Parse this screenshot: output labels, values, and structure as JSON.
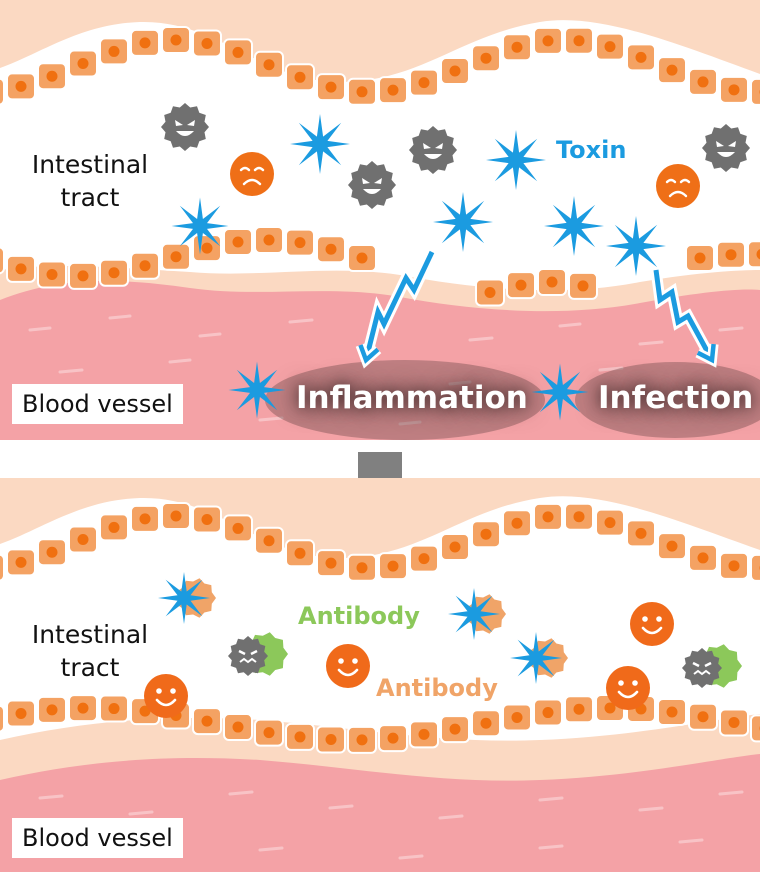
{
  "colors": {
    "skin": "#fbd9c2",
    "cell_fill": "#f4a263",
    "cell_nucleus": "#f07010",
    "blood": "#f4a2a6",
    "toxin": "#1b9be0",
    "bacteria": "#707070",
    "sad_face": "#ef6f17",
    "happy_face": "#f06a1a",
    "antibody_green": "#8cc85a",
    "antibody_orange": "#f0a468",
    "arrow": "#808080"
  },
  "top_panel": {
    "intestinal_label": [
      "Intestinal",
      "tract"
    ],
    "blood_label": "Blood vessel",
    "toxin_label": "Toxin",
    "inflammation_label": "Inflammation",
    "infection_label": "Infection",
    "icons": [
      "bacteria-icon",
      "sad-face-icon",
      "toxin-star-icon",
      "lightning-arrow-icon"
    ]
  },
  "bottom_panel": {
    "intestinal_label": [
      "Intestinal",
      "tract"
    ],
    "blood_label": "Blood vessel",
    "antibody_green_label": "Antibody",
    "antibody_orange_label": "Antibody",
    "icons": [
      "happy-face-icon",
      "neutralized-toxin-icon",
      "neutralized-bacteria-icon"
    ]
  },
  "transition_icon": "down-arrow-icon"
}
